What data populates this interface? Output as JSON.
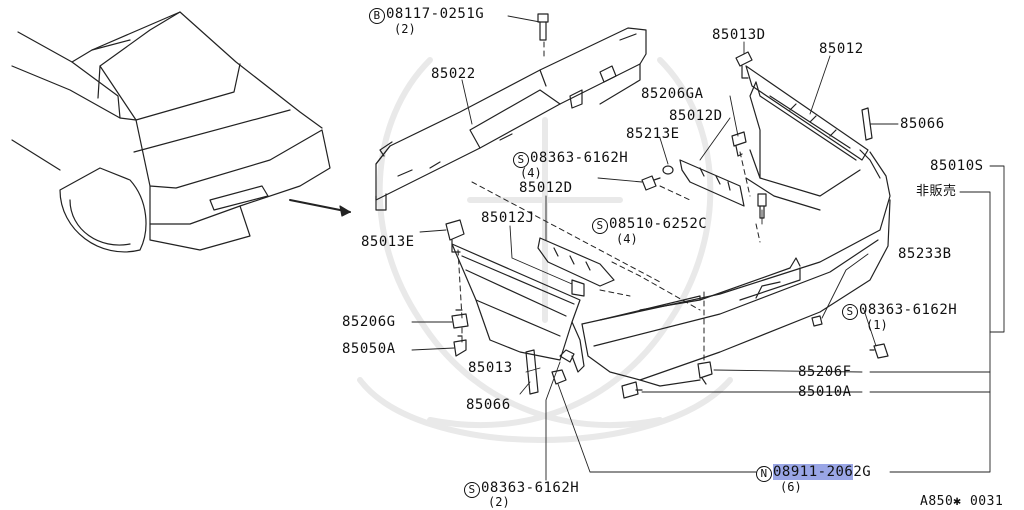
{
  "labels": {
    "p_08117": {
      "prefix": "B",
      "code": "08117-0251G",
      "qty": "(2)"
    },
    "p_85022": {
      "code": "85022"
    },
    "p_85013D": {
      "code": "85013D"
    },
    "p_85012_top": {
      "code": "85012"
    },
    "p_85206GA": {
      "code": "85206GA"
    },
    "p_85066_right": {
      "code": "85066"
    },
    "p_85012D_right": {
      "code": "85012D"
    },
    "p_85213E": {
      "code": "85213E"
    },
    "p_08363_mid": {
      "prefix": "S",
      "code": "08363-6162H",
      "qty": "(4)"
    },
    "p_85010S": {
      "code": "85010S"
    },
    "p_notsold": {
      "code": "非販売"
    },
    "p_85012D_left": {
      "code": "85012D"
    },
    "p_08510": {
      "prefix": "S",
      "code": "08510-6252C",
      "qty": "(4)"
    },
    "p_85012J": {
      "code": "85012J"
    },
    "p_85013E": {
      "code": "85013E"
    },
    "p_85233B": {
      "code": "85233B"
    },
    "p_08363_right": {
      "prefix": "S",
      "code": "08363-6162H",
      "qty": "(1)"
    },
    "p_85206G": {
      "code": "85206G"
    },
    "p_85050A": {
      "code": "85050A"
    },
    "p_85013": {
      "code": "85013"
    },
    "p_85206F": {
      "code": "85206F"
    },
    "p_85010A": {
      "code": "85010A"
    },
    "p_85066_left": {
      "code": "85066"
    },
    "p_08911": {
      "prefix": "N",
      "code": "08911-2062G",
      "qty": "(6)"
    },
    "p_08363_bottom": {
      "prefix": "S",
      "code": "08363-6162H",
      "qty": "(2)"
    }
  },
  "highlight": {
    "text": "08911-206",
    "color": "#9aa6e6"
  },
  "footer": {
    "ref": "A850✱ 0031"
  }
}
